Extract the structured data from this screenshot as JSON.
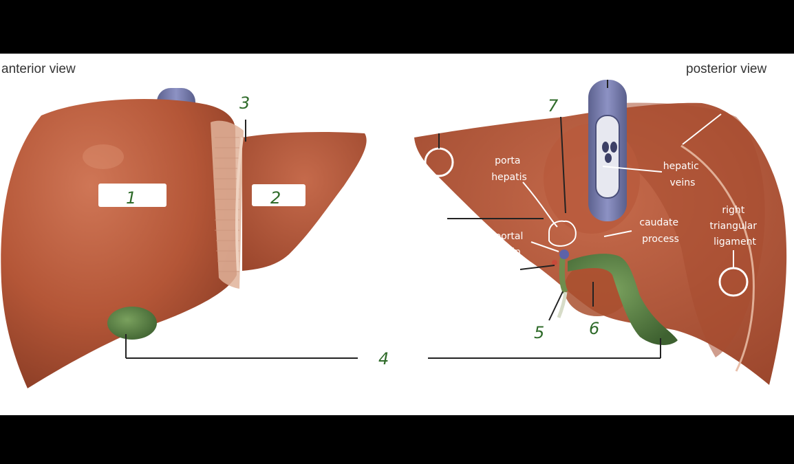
{
  "views": {
    "anterior": "anterior view",
    "posterior": "posterior view"
  },
  "numbers": {
    "n1": "1",
    "n2": "2",
    "n3": "3",
    "n4": "4",
    "n5": "5",
    "n6": "6",
    "n7": "7"
  },
  "labels": {
    "porta_hepatis": [
      "porta",
      "hepatis"
    ],
    "hepatic_veins": [
      "hepatic",
      "veins"
    ],
    "portal_vein": [
      "portal",
      "vein"
    ],
    "caudate_process": [
      "caudate",
      "process"
    ],
    "right_triangular_ligament": [
      "right",
      "triangular",
      "ligament"
    ]
  },
  "colors": {
    "liver": "#b85a3c",
    "liver_dark": "#8f3f27",
    "gallbladder": "#4f7a3a",
    "vein": "#6f74a8",
    "ligament": "#e2b49a",
    "handwriting": "#2f6b2a"
  }
}
